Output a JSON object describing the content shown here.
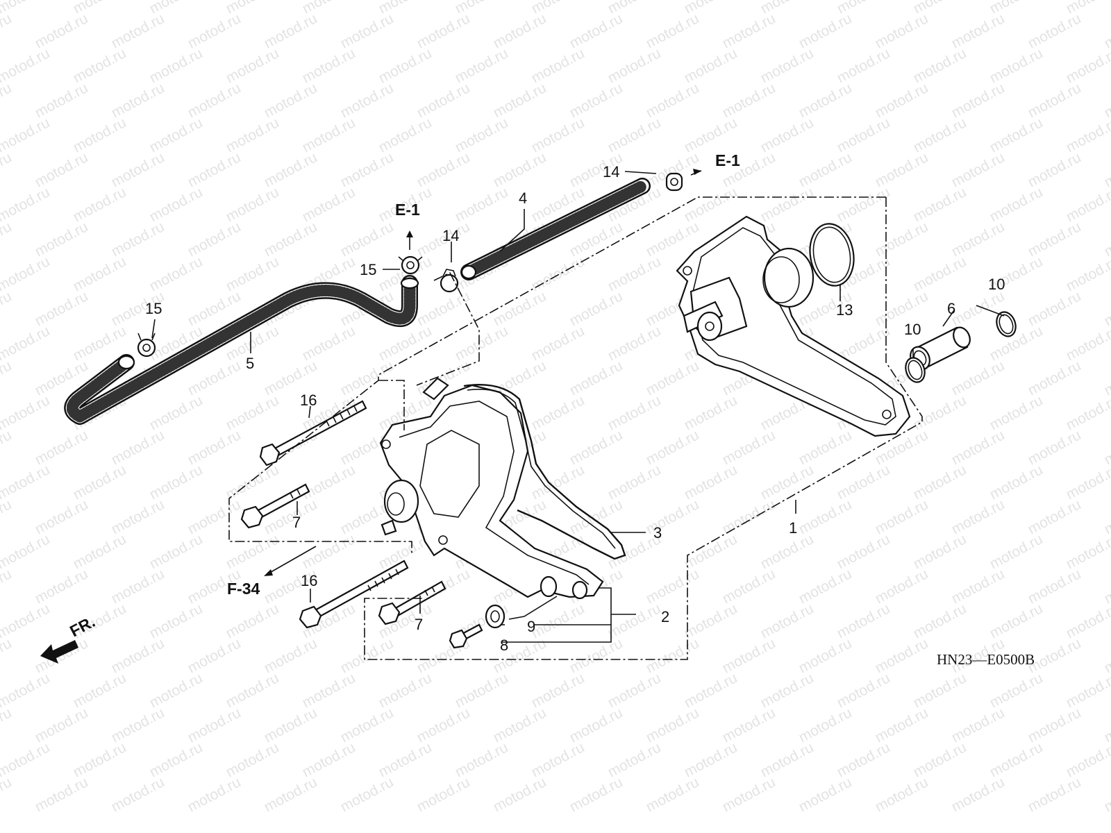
{
  "watermark": "motod.ru",
  "callouts": [
    "1",
    "2",
    "3",
    "4",
    "5",
    "6",
    "7",
    "7",
    "8",
    "9",
    "10",
    "10",
    "13",
    "14",
    "14",
    "15",
    "15",
    "16",
    "16"
  ],
  "refs": {
    "e1_left": "E-1",
    "e1_right": "E-1",
    "f34": "F-34",
    "front": "FR."
  },
  "diagram_code": "HN23—E0500B"
}
